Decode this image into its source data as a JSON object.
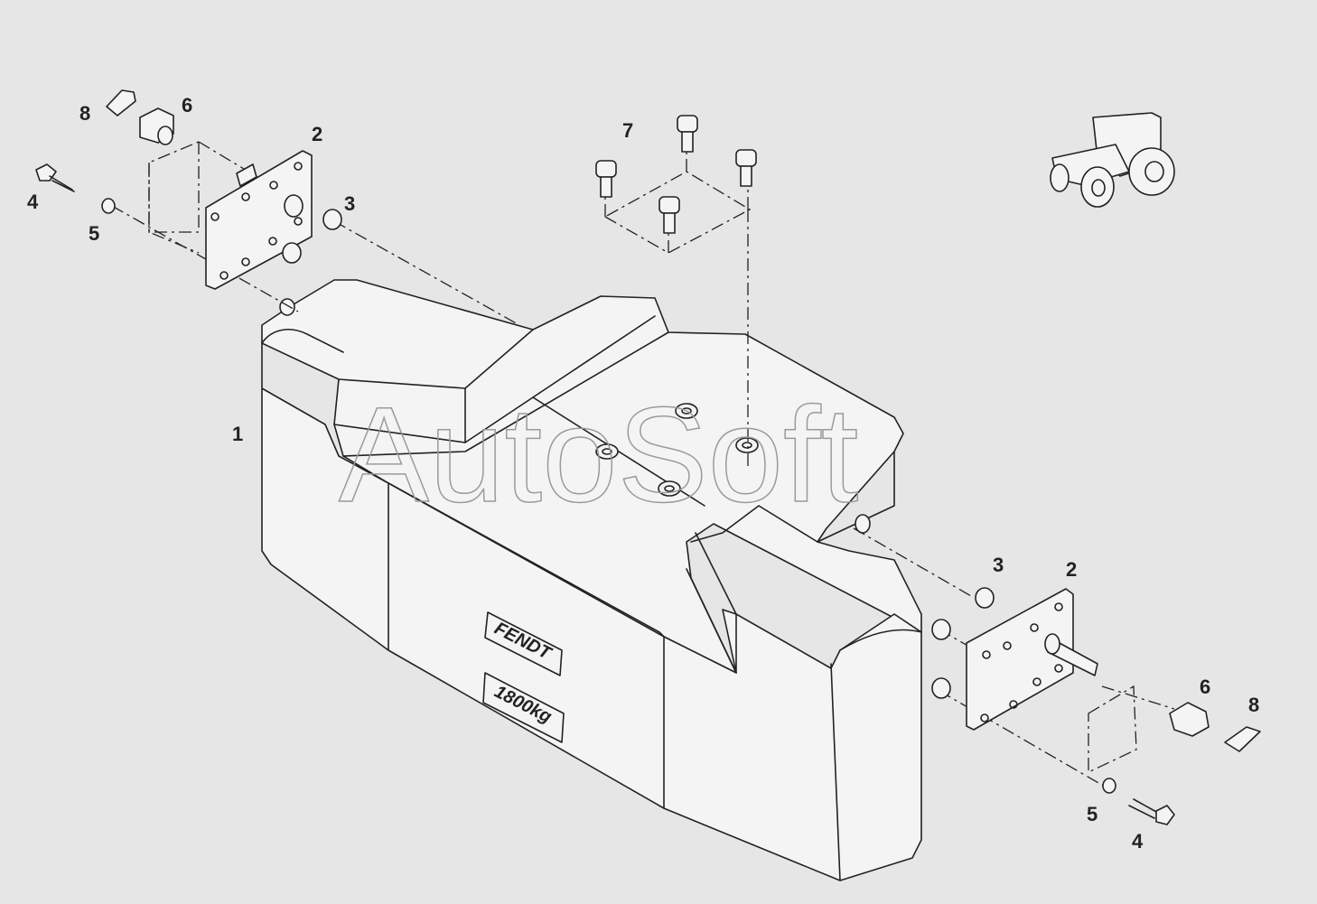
{
  "watermark": "AutoSoft",
  "emblems": {
    "brand": "FENDT",
    "weight": "1800kg"
  },
  "callouts": [
    {
      "id": "c1",
      "text": "1"
    },
    {
      "id": "c2a",
      "text": "2"
    },
    {
      "id": "c2b",
      "text": "2"
    },
    {
      "id": "c3a",
      "text": "3"
    },
    {
      "id": "c3b",
      "text": "3"
    },
    {
      "id": "c4a",
      "text": "4"
    },
    {
      "id": "c4b",
      "text": "4"
    },
    {
      "id": "c5a",
      "text": "5"
    },
    {
      "id": "c5b",
      "text": "5"
    },
    {
      "id": "c6a",
      "text": "6"
    },
    {
      "id": "c6b",
      "text": "6"
    },
    {
      "id": "c7",
      "text": "7"
    },
    {
      "id": "c8a",
      "text": "8"
    },
    {
      "id": "c8b",
      "text": "8"
    }
  ]
}
